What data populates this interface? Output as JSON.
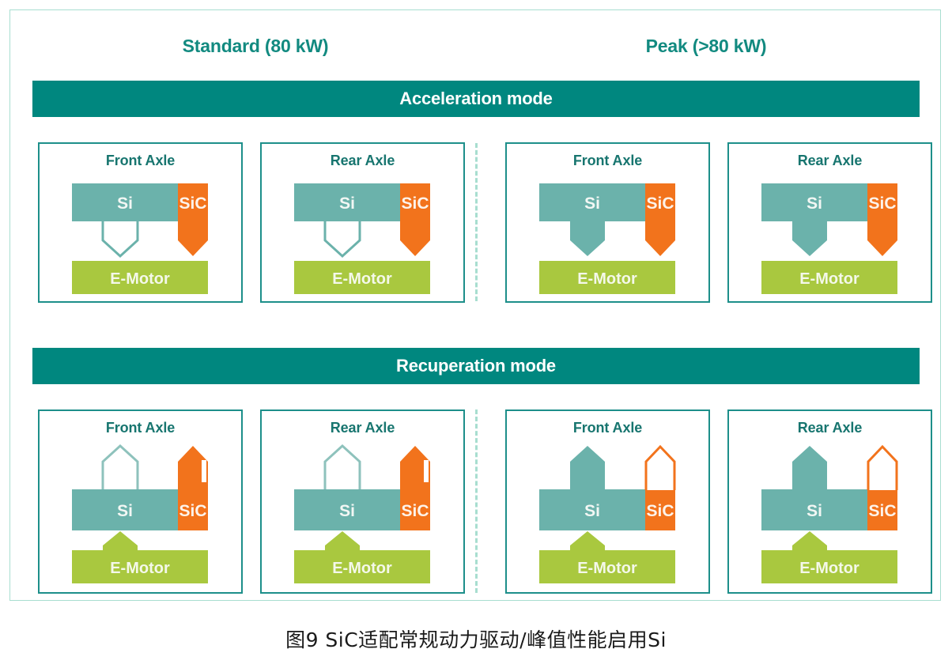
{
  "figure": {
    "caption": "图9  SiC适配常规动力驱动/峰值性能启用Si",
    "columns": [
      {
        "id": "standard",
        "label": "Standard (80 kW)"
      },
      {
        "id": "peak",
        "label": "Peak (>80 kW)"
      }
    ],
    "modes": [
      {
        "id": "acceleration",
        "label": "Acceleration mode"
      },
      {
        "id": "recuperation",
        "label": "Recuperation mode"
      }
    ],
    "colors": {
      "banner": "#00877f",
      "heading_text": "#128a80",
      "panel_border": "#1d8f8a",
      "panel_title_text": "#17756f",
      "si_block": "#6bb2ab",
      "sic_block": "#f2731c",
      "emotor_block": "#a8c council",
      "emotor": "#a9c83f",
      "divider": "#a8ded0",
      "frame_border": "#a8ded0",
      "block_label_text": "#f2f7f4"
    },
    "block_labels": {
      "si": "Si",
      "sic": "SiC",
      "emotor": "E-Motor"
    },
    "panels": [
      {
        "mode": "acceleration",
        "column": "standard",
        "axle": "Front Axle",
        "si_arrow": {
          "direction": "down",
          "style": "outline"
        },
        "sic_arrow": {
          "direction": "down",
          "style": "filled"
        },
        "emotor_arrow": {
          "direction": "none",
          "style": "none"
        }
      },
      {
        "mode": "acceleration",
        "column": "standard",
        "axle": "Rear Axle",
        "si_arrow": {
          "direction": "down",
          "style": "outline"
        },
        "sic_arrow": {
          "direction": "down",
          "style": "filled"
        },
        "emotor_arrow": {
          "direction": "none",
          "style": "none"
        }
      },
      {
        "mode": "acceleration",
        "column": "peak",
        "axle": "Front Axle",
        "si_arrow": {
          "direction": "down",
          "style": "filled"
        },
        "sic_arrow": {
          "direction": "down",
          "style": "filled"
        },
        "emotor_arrow": {
          "direction": "none",
          "style": "none"
        }
      },
      {
        "mode": "acceleration",
        "column": "peak",
        "axle": "Rear Axle",
        "si_arrow": {
          "direction": "down",
          "style": "filled"
        },
        "sic_arrow": {
          "direction": "down",
          "style": "filled"
        },
        "emotor_arrow": {
          "direction": "none",
          "style": "none"
        }
      },
      {
        "mode": "recuperation",
        "column": "standard",
        "axle": "Front Axle",
        "si_arrow": {
          "direction": "up",
          "style": "outline"
        },
        "sic_arrow": {
          "direction": "up",
          "style": "filled"
        },
        "emotor_arrow": {
          "direction": "up",
          "style": "filled"
        }
      },
      {
        "mode": "recuperation",
        "column": "standard",
        "axle": "Rear Axle",
        "si_arrow": {
          "direction": "up",
          "style": "outline"
        },
        "sic_arrow": {
          "direction": "up",
          "style": "filled"
        },
        "emotor_arrow": {
          "direction": "up",
          "style": "filled"
        }
      },
      {
        "mode": "recuperation",
        "column": "peak",
        "axle": "Front Axle",
        "si_arrow": {
          "direction": "up",
          "style": "filled"
        },
        "sic_arrow": {
          "direction": "up",
          "style": "outline"
        },
        "emotor_arrow": {
          "direction": "up",
          "style": "filled"
        }
      },
      {
        "mode": "recuperation",
        "column": "peak",
        "axle": "Rear Axle",
        "si_arrow": {
          "direction": "up",
          "style": "filled"
        },
        "sic_arrow": {
          "direction": "up",
          "style": "outline"
        },
        "emotor_arrow": {
          "direction": "up",
          "style": "filled"
        }
      }
    ]
  }
}
